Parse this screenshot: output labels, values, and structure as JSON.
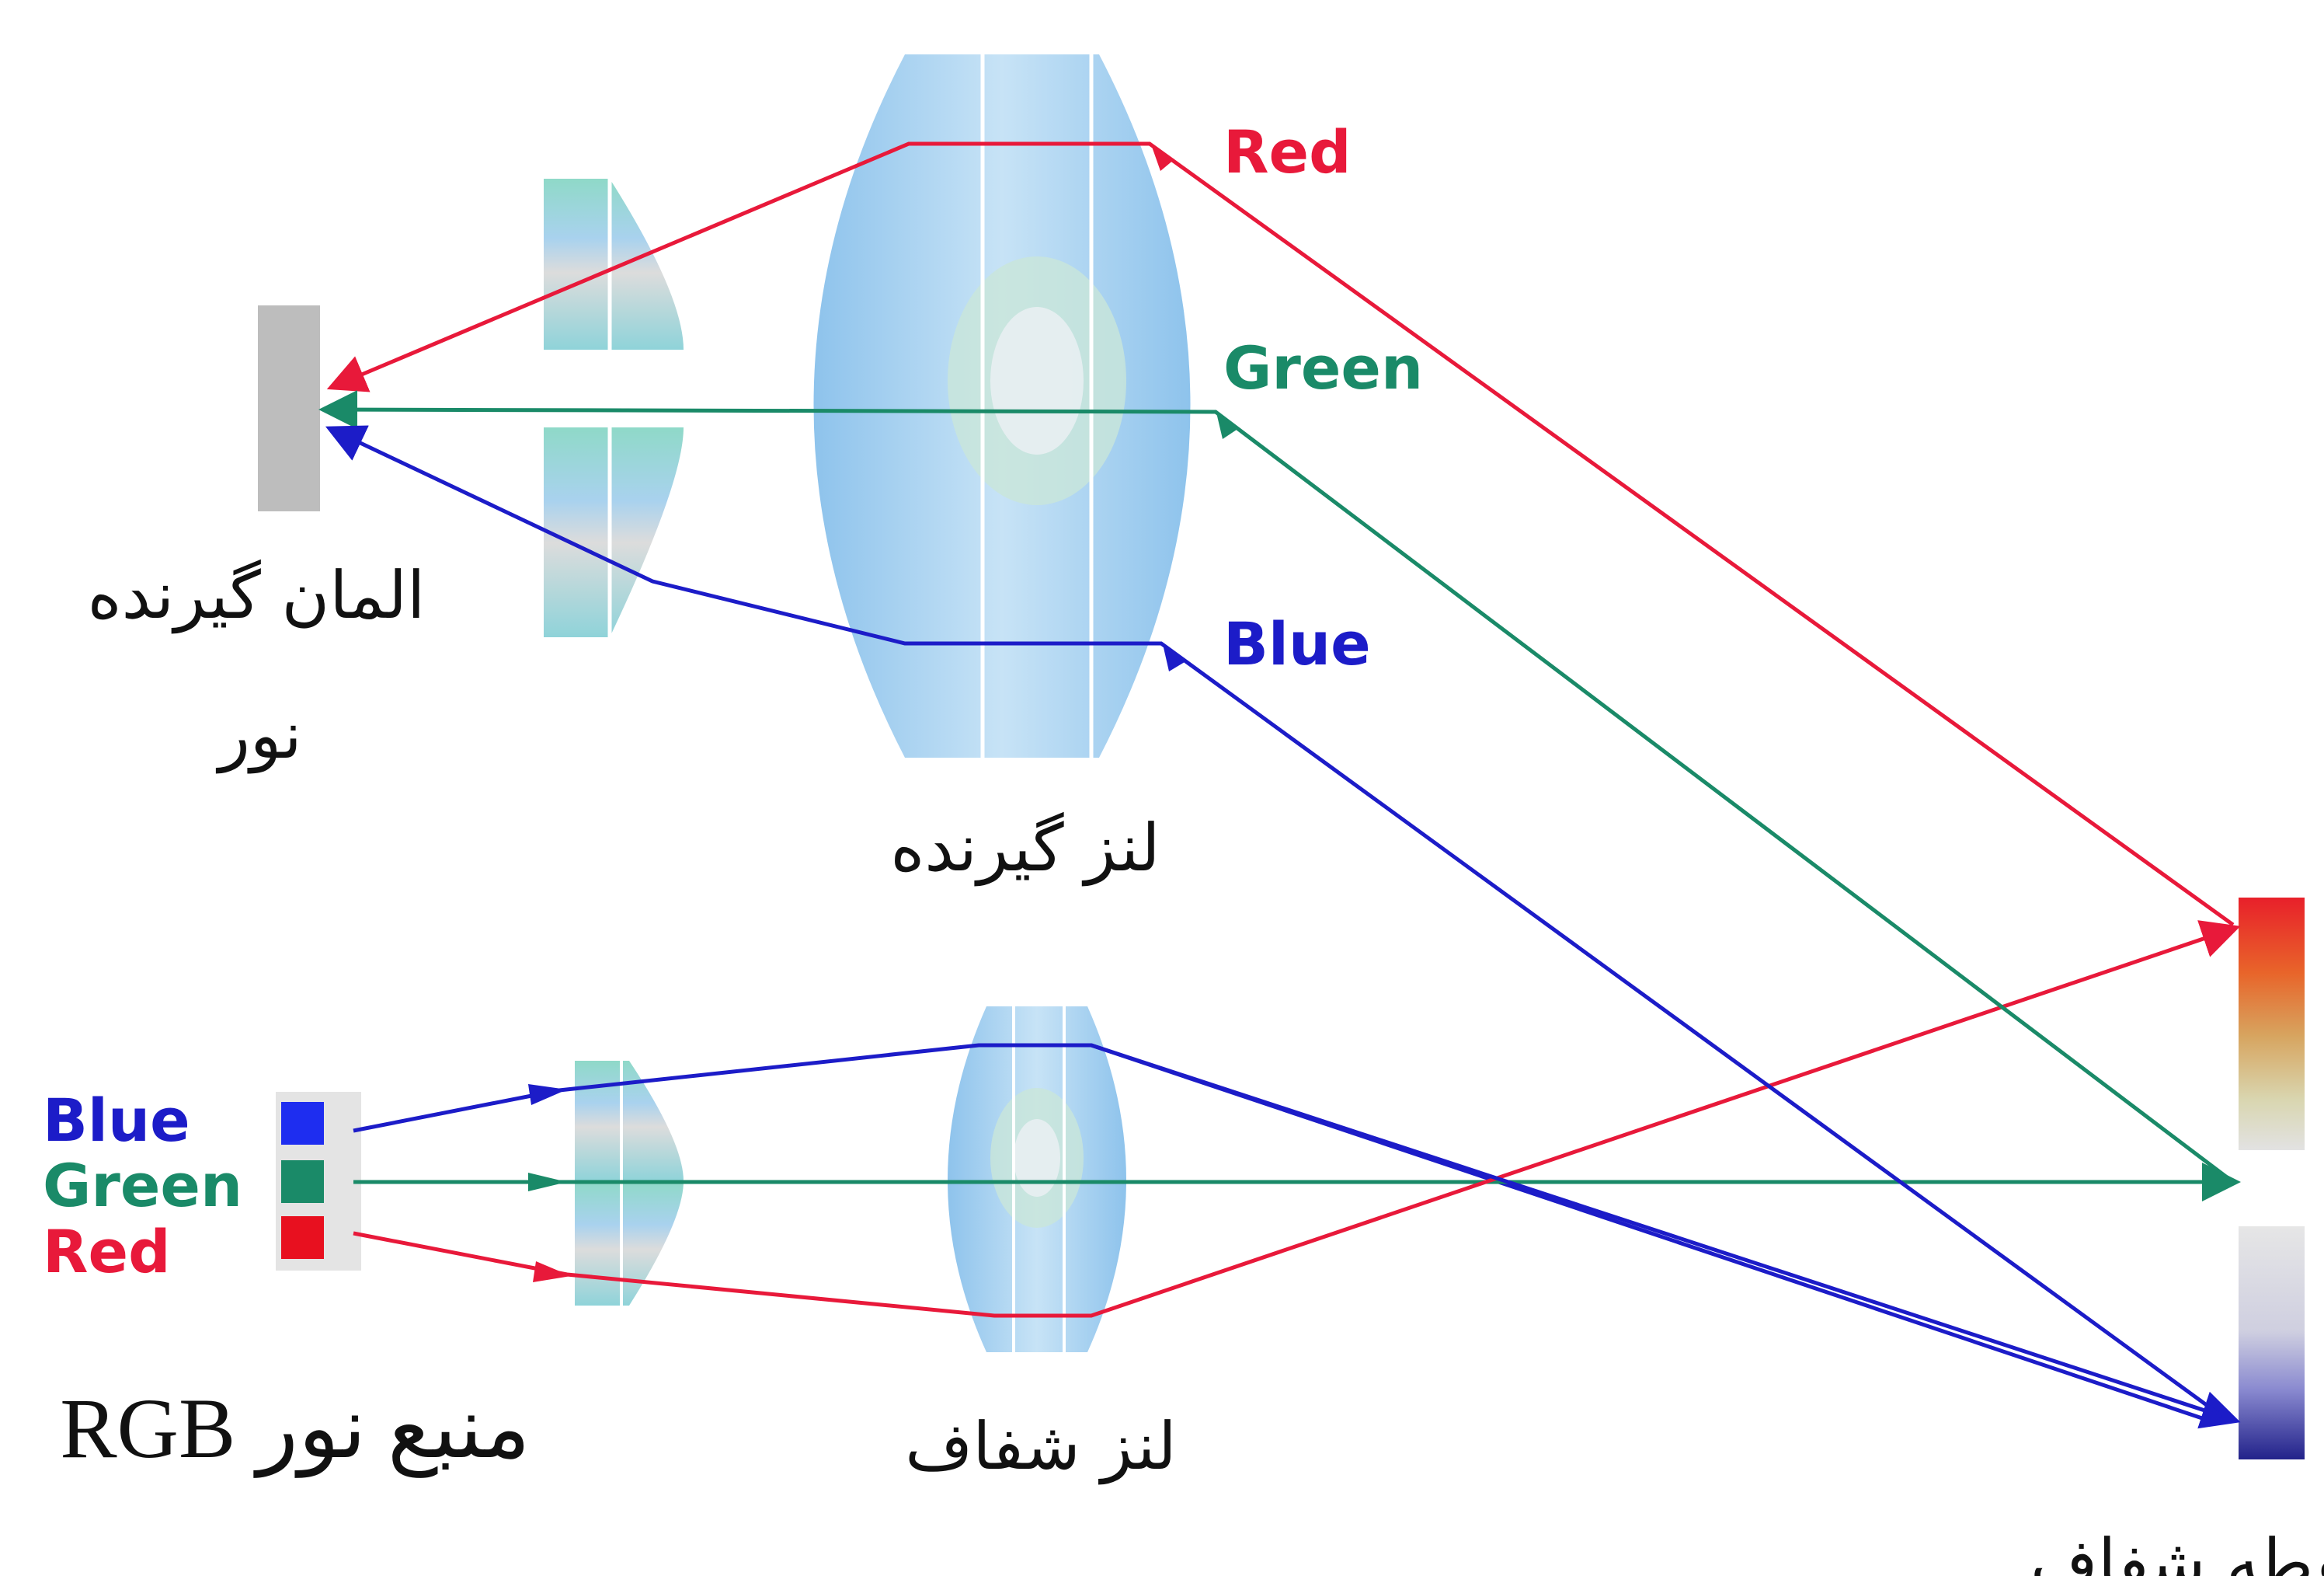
{
  "colors": {
    "red": "#e8193a",
    "green": "#1a8a68",
    "blue": "#1c1cc8",
    "lens_fill": "#9fcbef",
    "sensor": "#bdbdbd"
  },
  "labels": {
    "red_top": "Red",
    "green_top": "Green",
    "blue_top": "Blue",
    "source_blue": "Blue",
    "source_green": "Green",
    "source_red": "Red",
    "sensor_line1": "المان گیرنده",
    "sensor_line2": "نور",
    "receiver_lens": "لنز گیرنده",
    "objective_lens": "لنز شفاف",
    "source_title": "منبع نور RGB",
    "focus_point": "نقطه شفاف"
  }
}
